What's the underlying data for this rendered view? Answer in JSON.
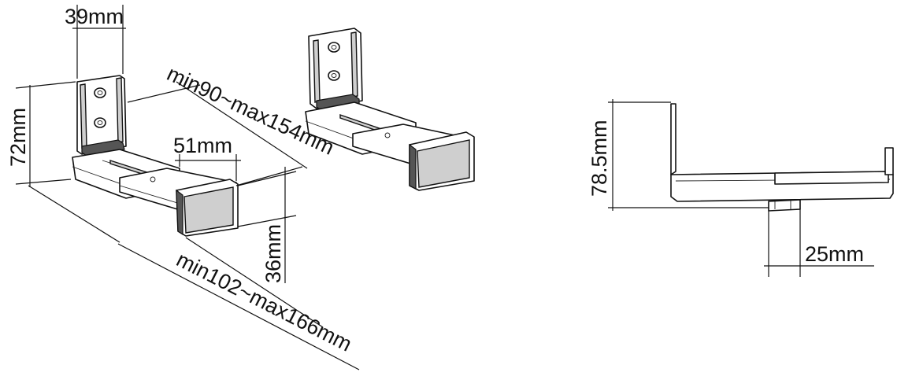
{
  "dimensions": {
    "width_top": "39mm",
    "height_left": "72mm",
    "arm_range": "min90~max154mm",
    "pad_width": "51mm",
    "pad_height": "36mm",
    "overall_range": "min102~max166mm",
    "side_height": "78.5mm",
    "side_depth": "25mm"
  }
}
